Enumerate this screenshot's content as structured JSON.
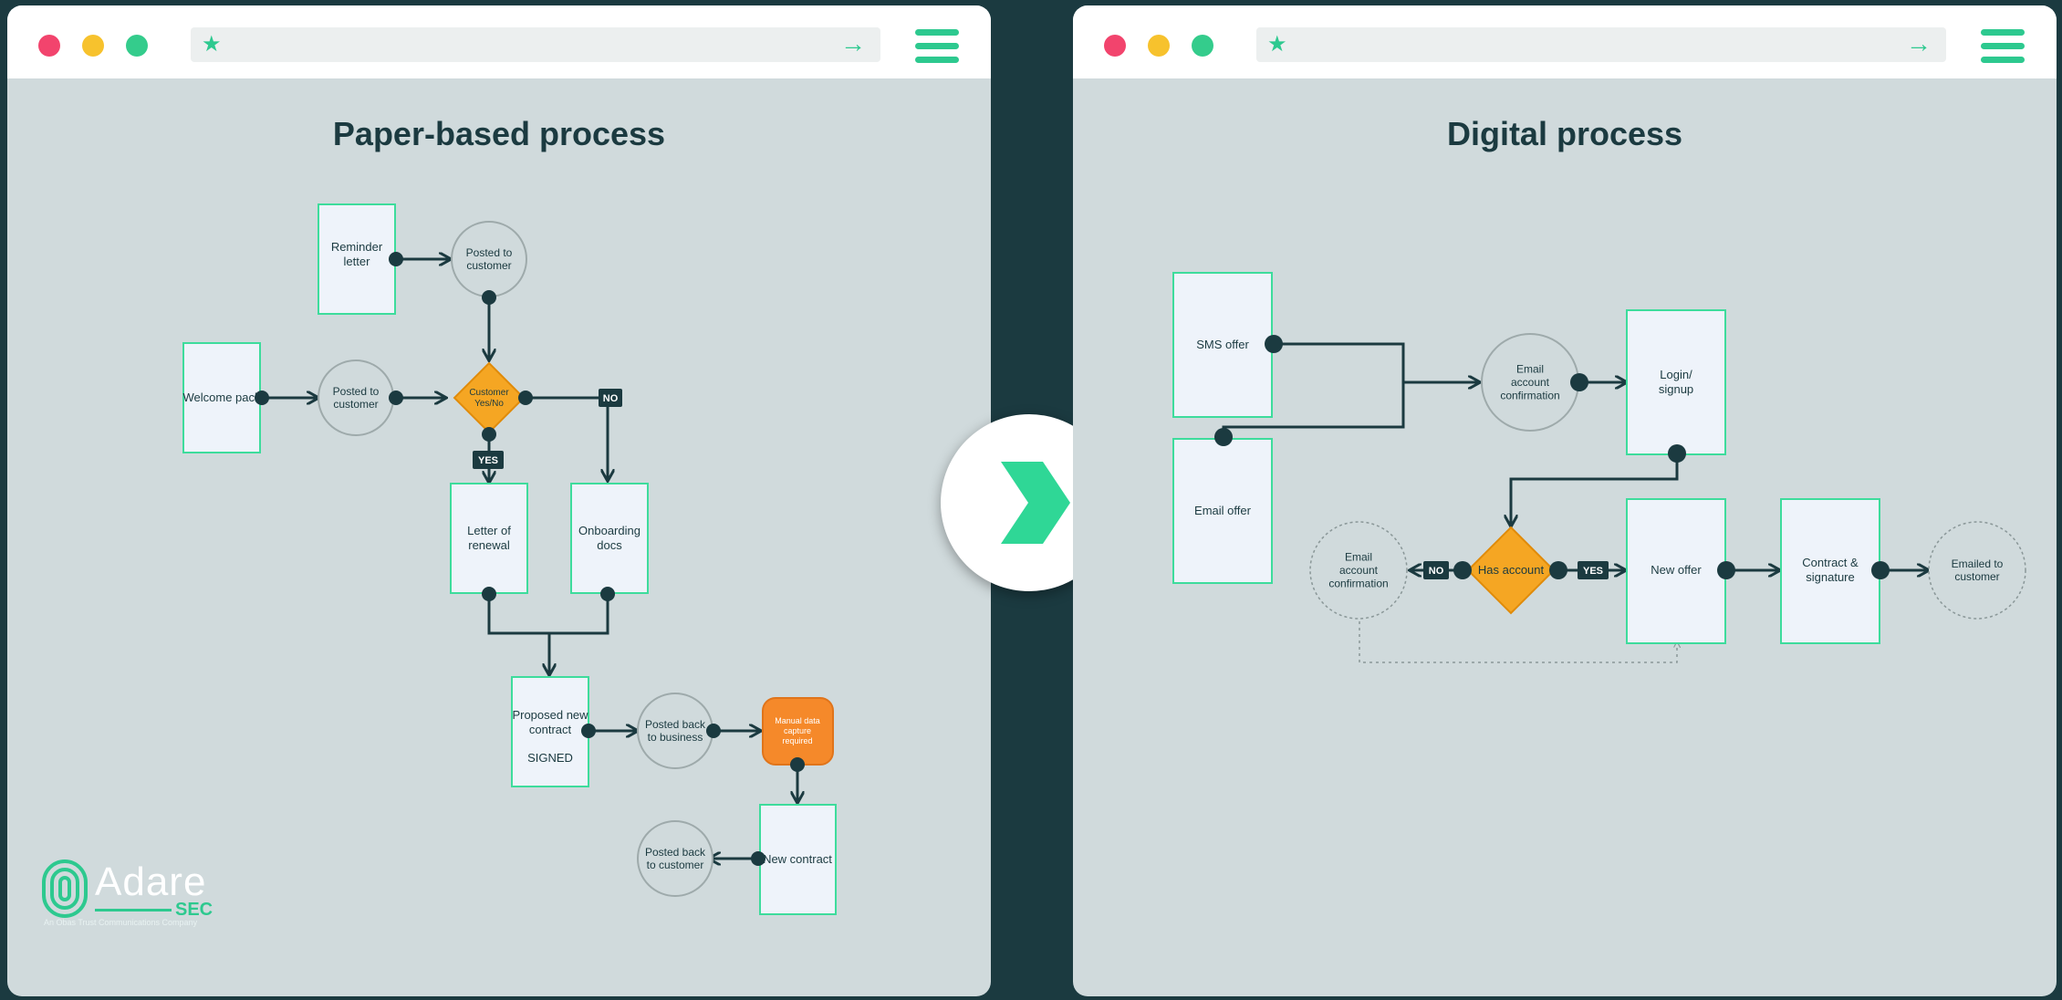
{
  "left_window": {
    "title": "Paper-based process",
    "nodes": {
      "reminder": "Reminder letter",
      "posted_top": "Posted to customer",
      "welcome": "Welcome pack",
      "posted_mid": "Posted to customer",
      "decision": "Customer Yes/No",
      "renewal": "Letter of renewal",
      "onboarding": "Onboarding docs",
      "proposed": "Proposed new contract",
      "signed": "SIGNED",
      "posted_back_business": "Posted back to business",
      "manual": "Manual data capture required",
      "new_contract": "New contract",
      "posted_back_customer": "Posted back to customer"
    },
    "badges": {
      "no": "NO",
      "yes": "YES"
    }
  },
  "right_window": {
    "title": "Digital process",
    "nodes": {
      "sms": "SMS offer",
      "email": "Email offer",
      "email_conf_top": "Email account confirmation",
      "login": "Login/ signup",
      "email_conf_left": "Email account confirmation",
      "has_account": "Has account",
      "new_offer": "New offer",
      "contract": "Contract & signature",
      "emailed": "Emailed to customer"
    },
    "badges": {
      "no": "NO",
      "yes": "YES"
    }
  },
  "logo": {
    "name": "Adare",
    "sub": "SEC",
    "tagline": "An Obas Trust Communications Company"
  },
  "colors": {
    "background": "#1b3a40",
    "accent": "#2dc98f",
    "decision": "#f5a623",
    "manual": "#f5892a",
    "node_fill": "#eef3fa",
    "node_border": "#3ddc9c"
  },
  "icons": {
    "star": "star-icon",
    "arrow": "arrow-right-icon",
    "menu": "hamburger-menu-icon",
    "chevron": "chevron-right-icon",
    "share": "share-icon",
    "home": "home-icon"
  }
}
